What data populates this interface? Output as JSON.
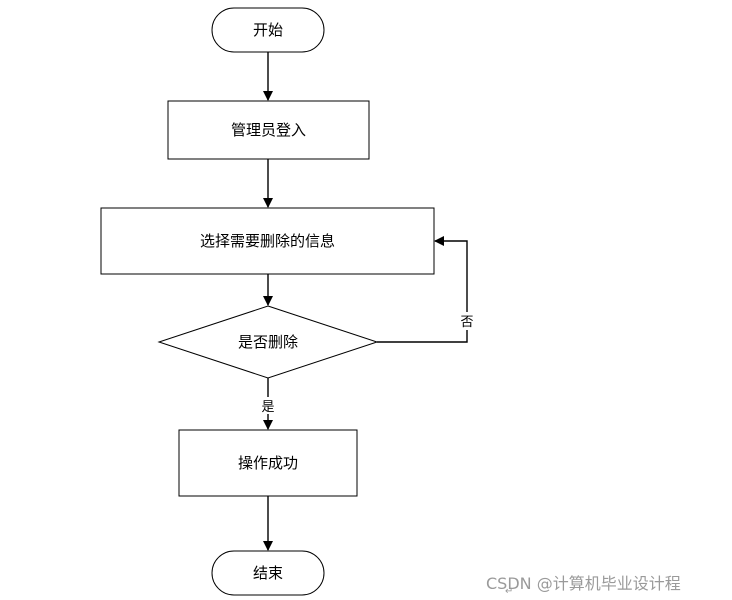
{
  "flowchart": {
    "nodes": {
      "start": "开始",
      "admin_login": "管理员登入",
      "select_info": "选择需要删除的信息",
      "decision_delete": "是否删除",
      "success": "操作成功",
      "end": "结束"
    },
    "edge_labels": {
      "yes": "是",
      "no": "否"
    }
  },
  "watermark": "CSDN @计算机毕业设计程",
  "return_mark": "↵",
  "colors": {
    "stroke": "#000000",
    "background": "#ffffff",
    "watermark": "#9a9a9a"
  }
}
